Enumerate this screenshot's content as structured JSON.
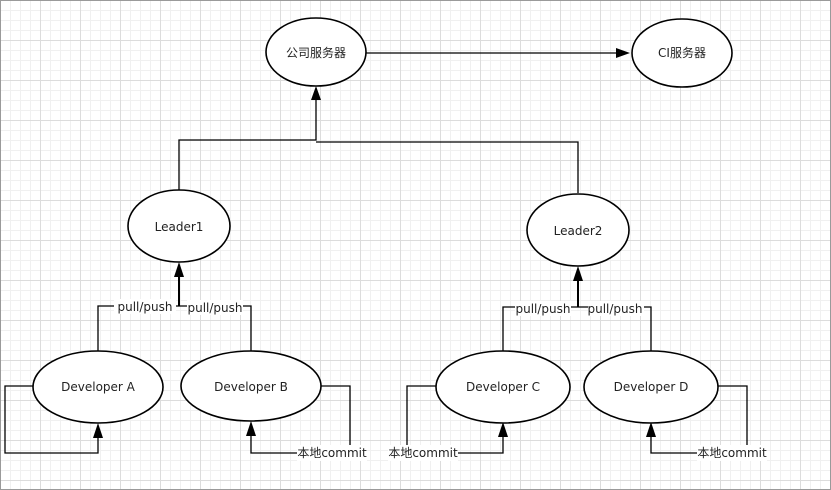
{
  "diagram": {
    "nodes": {
      "company_server": "公司服务器",
      "ci_server": "CI服务器",
      "leader1": "Leader1",
      "leader2": "Leader2",
      "dev_a": "Developer A",
      "dev_b": "Developer B",
      "dev_c": "Developer C",
      "dev_d": "Developer D"
    },
    "edge_labels": {
      "a_to_leader1": "pull/push",
      "b_to_leader1": "pull/push",
      "c_to_leader2": "pull/push",
      "d_to_leader2": "pull/push",
      "b_local": "本地commit",
      "c_local": "本地commit",
      "d_local": "本地commit"
    }
  }
}
